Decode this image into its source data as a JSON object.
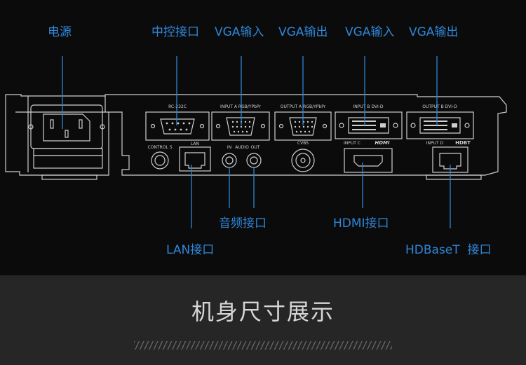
{
  "callouts": {
    "power": "电源",
    "control_port": "中控接口",
    "vga_in_1": "VGA输入",
    "vga_out_1": "VGA输出",
    "vga_in_2": "VGA输入",
    "vga_out_2": "VGA输出",
    "audio_port": "音频接口",
    "hdmi_port": "HDMI接口",
    "lan_port": "LAN接口",
    "hdbaset_port": "HDBaseT  接口"
  },
  "panel_labels": {
    "rs232": "RC-232C",
    "input_a": "INPUT A RGB/YPbPr",
    "output_a": "OUTPUT A RGB/YPbPr",
    "input_b": "INPUT B DVI-D",
    "output_b": "OUTPUT B DVI-D",
    "control_s": "CONTROL S",
    "lan": "LAN",
    "audio_in": "IN",
    "audio": "AUDIO",
    "audio_out": "OUT",
    "cvbs": "CVBS",
    "input_c": "INPUT C",
    "hdmi_logo": "HDMI",
    "input_d": "INPUT D",
    "hdbt_logo": "HDBT"
  },
  "footer": {
    "title": "机身尺寸展示"
  },
  "colors": {
    "accent": "#2f86d8",
    "panel_line": "#cfcfcf",
    "background": "#0b0b0b",
    "footer_bg": "#262626"
  }
}
